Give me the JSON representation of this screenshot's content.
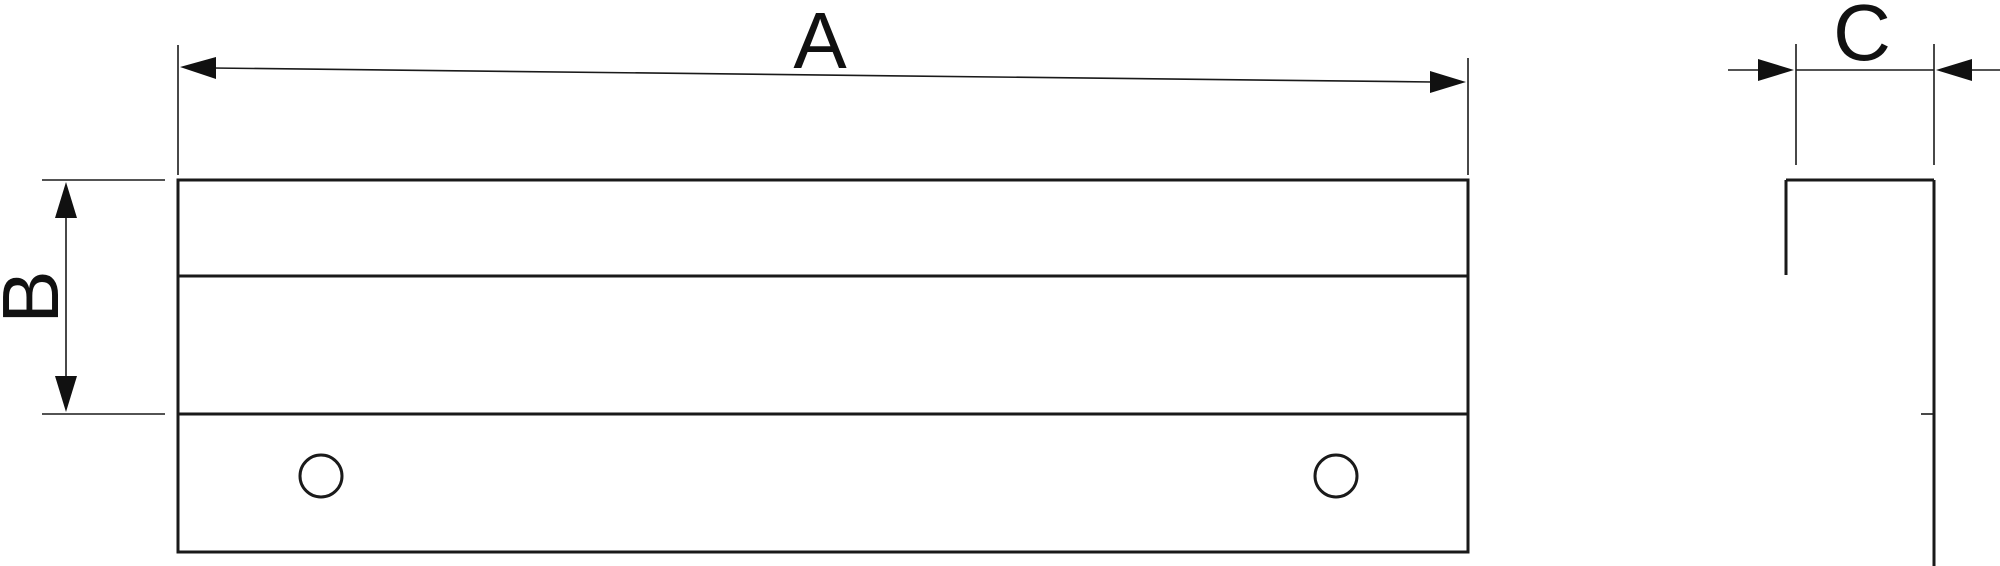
{
  "dimensions": {
    "a": {
      "label": "A"
    },
    "b": {
      "label": "B"
    },
    "c": {
      "label": "C"
    }
  },
  "colors": {
    "line": "#1a1a1a",
    "background": "#ffffff"
  }
}
